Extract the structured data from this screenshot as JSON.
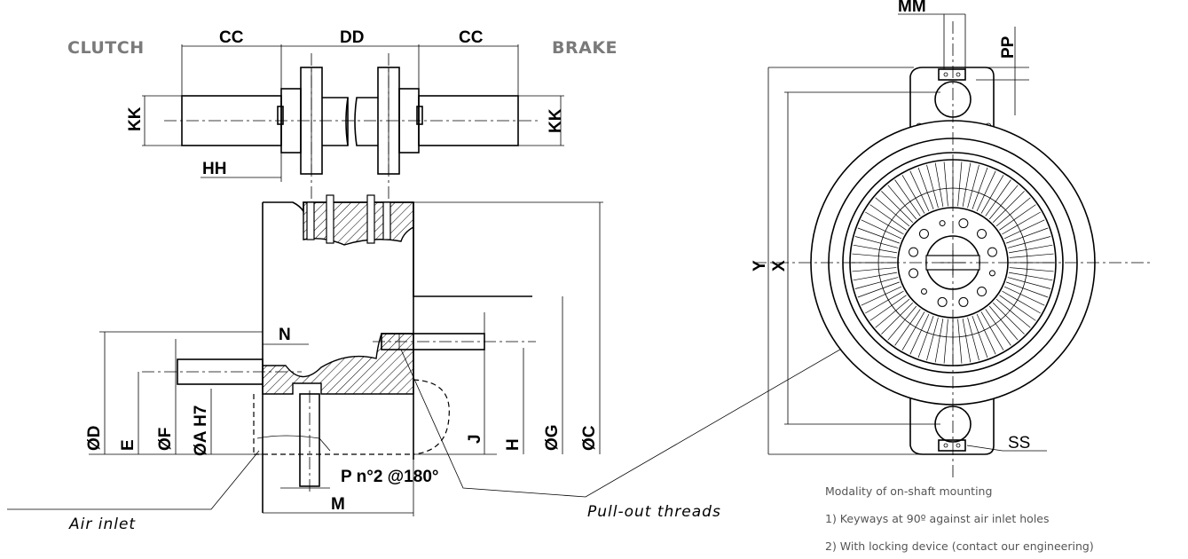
{
  "labels": {
    "clutch": "CLUTCH",
    "brake": "BRAKE"
  },
  "dimensions": {
    "cc_left": "CC",
    "dd": "DD",
    "cc_right": "CC",
    "kk_left": "KK",
    "kk_right": "KK",
    "hh": "HH",
    "n": "N",
    "d": "ØD",
    "e": "E",
    "f": "ØF",
    "a": "ØA H7",
    "j": "J",
    "h": "H",
    "g": "ØG",
    "c": "ØC",
    "p": "P n°2 @180°",
    "m": "M",
    "mm": "MM",
    "pp": "PP",
    "y": "Y",
    "x": "X",
    "ss": "SS"
  },
  "callouts": {
    "air_inlet": "Air inlet",
    "pull_out": "Pull-out threads"
  },
  "notes": {
    "title": "Modality of on-shaft mounting",
    "item1": "1) Keyways at 90º against air inlet holes",
    "item2": "2) With locking device (contact our engineering)"
  }
}
